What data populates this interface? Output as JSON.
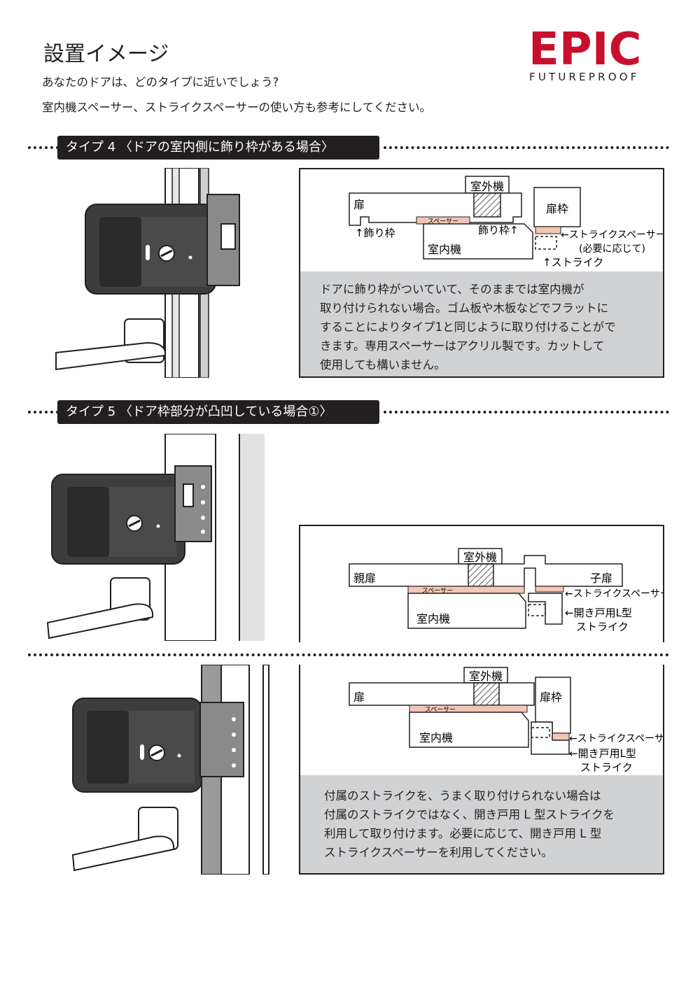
{
  "header": {
    "title": "設置イメージ",
    "intro_line1": "あなたのドアは、どのタイプに近いでしょう?",
    "intro_line2": "室内機スペーサー、ストライクスペーサーの使い方も参考にしてください。",
    "logo_text": "EPIC",
    "logo_sub": "FUTUREPROOF"
  },
  "colors": {
    "dark": "#231f20",
    "brand_red": "#c8102e",
    "note_gray": "#d1d2d3",
    "spacer_pink": "#f3c7b5"
  },
  "type4": {
    "heading": "タイプ 4 〈ドアの室内側に飾り枠がある場合〉",
    "diagram": {
      "door": "扉",
      "outdoor_unit": "室外機",
      "frame": "扉枠",
      "spacer": "スペーサー",
      "trim_left": "↑飾り枠",
      "trim_right": "飾り枠↑",
      "indoor_unit": "室内機",
      "strike_spacer": "←ストライクスペーサー",
      "if_needed": "(必要に応じて)",
      "strike": "↑ストライク"
    },
    "note_lines": [
      "ドアに飾り枠がついていて、そのままでは室内機が",
      "取り付けられない場合。ゴム板や木板などでフラットに",
      "することによりタイプ1と同じように取り付けることがで",
      "きます。専用スペーサーはアクリル製です。カットして",
      "使用しても構いません。"
    ]
  },
  "type5": {
    "heading": "タイプ 5 〈ドア枠部分が凸凹している場合①〉",
    "diagram_a": {
      "outdoor_unit": "室外機",
      "parent_door": "親扉",
      "child_door": "子扉",
      "spacer": "スペーサー",
      "strike_spacer": "←ストライクスペーサー",
      "l_strike_1": "←開き戸用L型",
      "l_strike_2": "ストライク",
      "indoor_unit": "室内機"
    },
    "diagram_b": {
      "outdoor_unit": "室外機",
      "door": "扉",
      "frame": "扉枠",
      "spacer": "スペーサー",
      "indoor_unit": "室内機",
      "strike_spacer": "←ストライクスペーサー",
      "l_strike_1": "←開き戸用L型",
      "l_strike_2": "ストライク"
    },
    "note_lines": [
      "付属のストライクを、うまく取り付けられない場合は",
      "付属のストライクではなく、開き戸用 L 型ストライクを",
      "利用して取り付けます。必要に応じて、開き戸用 L 型",
      "ストライクスペーサーを利用してください。"
    ]
  }
}
